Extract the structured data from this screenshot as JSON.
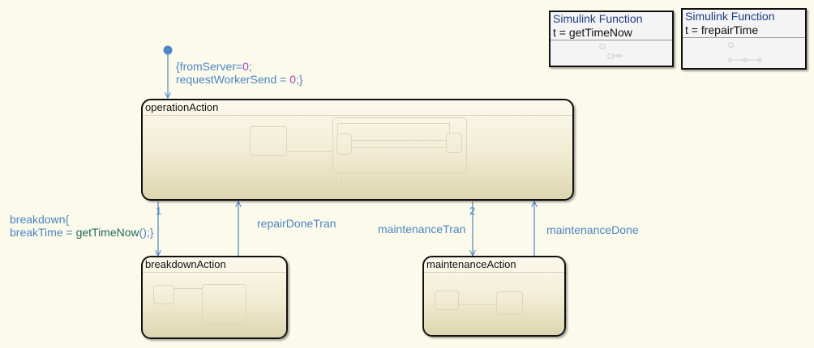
{
  "default_transition": {
    "line1_prefix": "{fromServer=",
    "line1_value": "0",
    "line1_suffix": ";",
    "line2_prefix": "requestWorkerSend = ",
    "line2_value": "0",
    "line2_suffix": ";}"
  },
  "states": {
    "operation": {
      "name": "operationAction"
    },
    "breakdown": {
      "name": "breakdownAction"
    },
    "maintenance": {
      "name": "maintenanceAction"
    }
  },
  "transitions": {
    "breakdown": {
      "order": "1",
      "line1": "breakdown{",
      "line2_prefix": "breakTime = ",
      "line2_fn": "getTimeNow",
      "line2_suffix": "();}"
    },
    "repair_done": {
      "label": "repairDoneTran"
    },
    "maintenance": {
      "order": "2",
      "label": "maintenanceTran"
    },
    "maintenance_done": {
      "label": "maintenanceDone"
    }
  },
  "functions": [
    {
      "kind": "Simulink Function",
      "signature": "t = getTimeNow"
    },
    {
      "kind": "Simulink Function",
      "signature": "t = frepairTime"
    }
  ],
  "colors": {
    "background": "#fcfaea",
    "transition": "#4a86c8",
    "literal": "#b03cc8",
    "function_call": "#1e6b5e",
    "function_title": "#1d3c8a"
  }
}
